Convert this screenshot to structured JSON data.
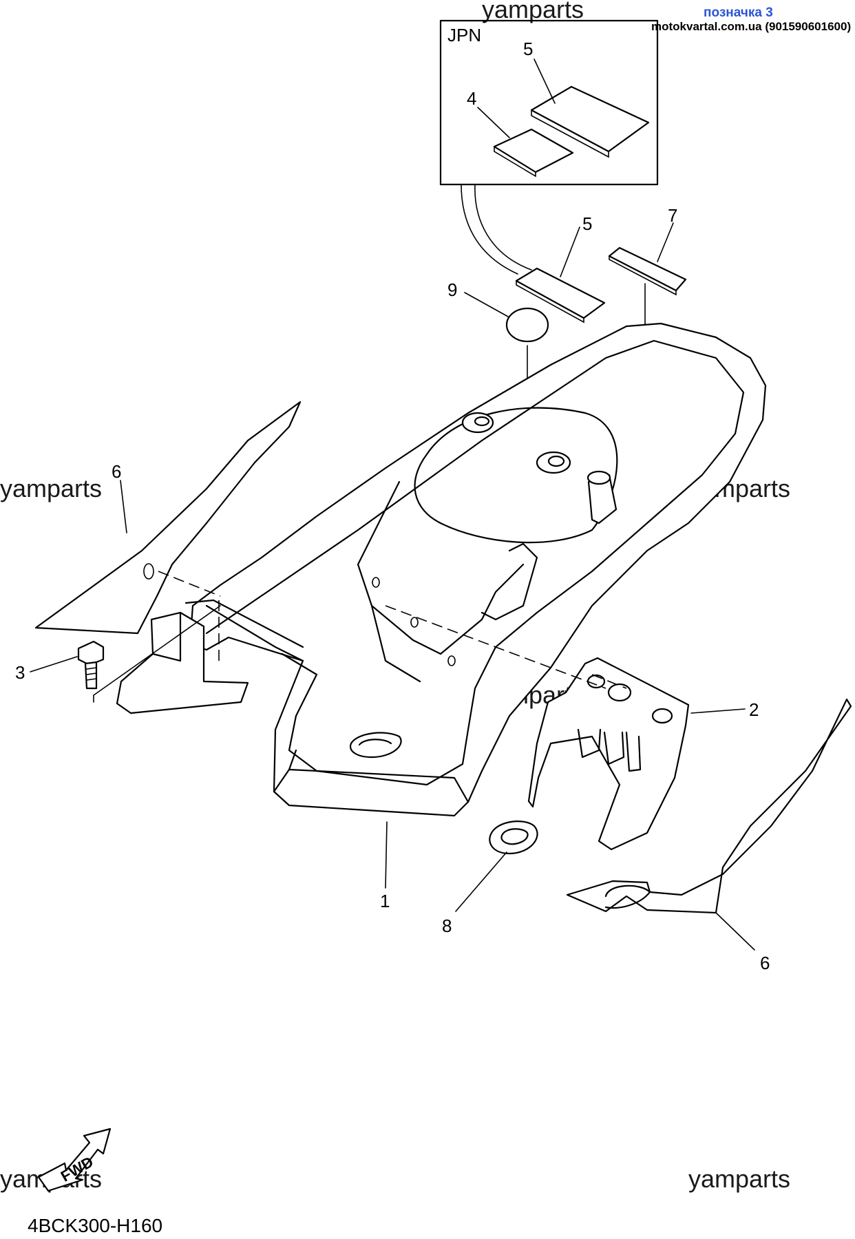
{
  "header": {
    "label": "позначка 3",
    "site": "motokvartal.com.ua (901590601600)"
  },
  "inset": {
    "label": "JPN"
  },
  "callouts": {
    "c1": "1",
    "c2": "2",
    "c3": "3",
    "c4": "4",
    "c5a": "5",
    "c5b": "5",
    "c6a": "6",
    "c6b": "6",
    "c7": "7",
    "c8": "8",
    "c9": "9"
  },
  "watermarks": {
    "w1": "yamparts",
    "w2": "yamparts",
    "w3": "yamparts",
    "w4": "yamparts",
    "w5": "yamparts",
    "w6": "yamparts"
  },
  "fwd": {
    "label": "FWD"
  },
  "footer": {
    "code": "4BCK300-H160"
  }
}
